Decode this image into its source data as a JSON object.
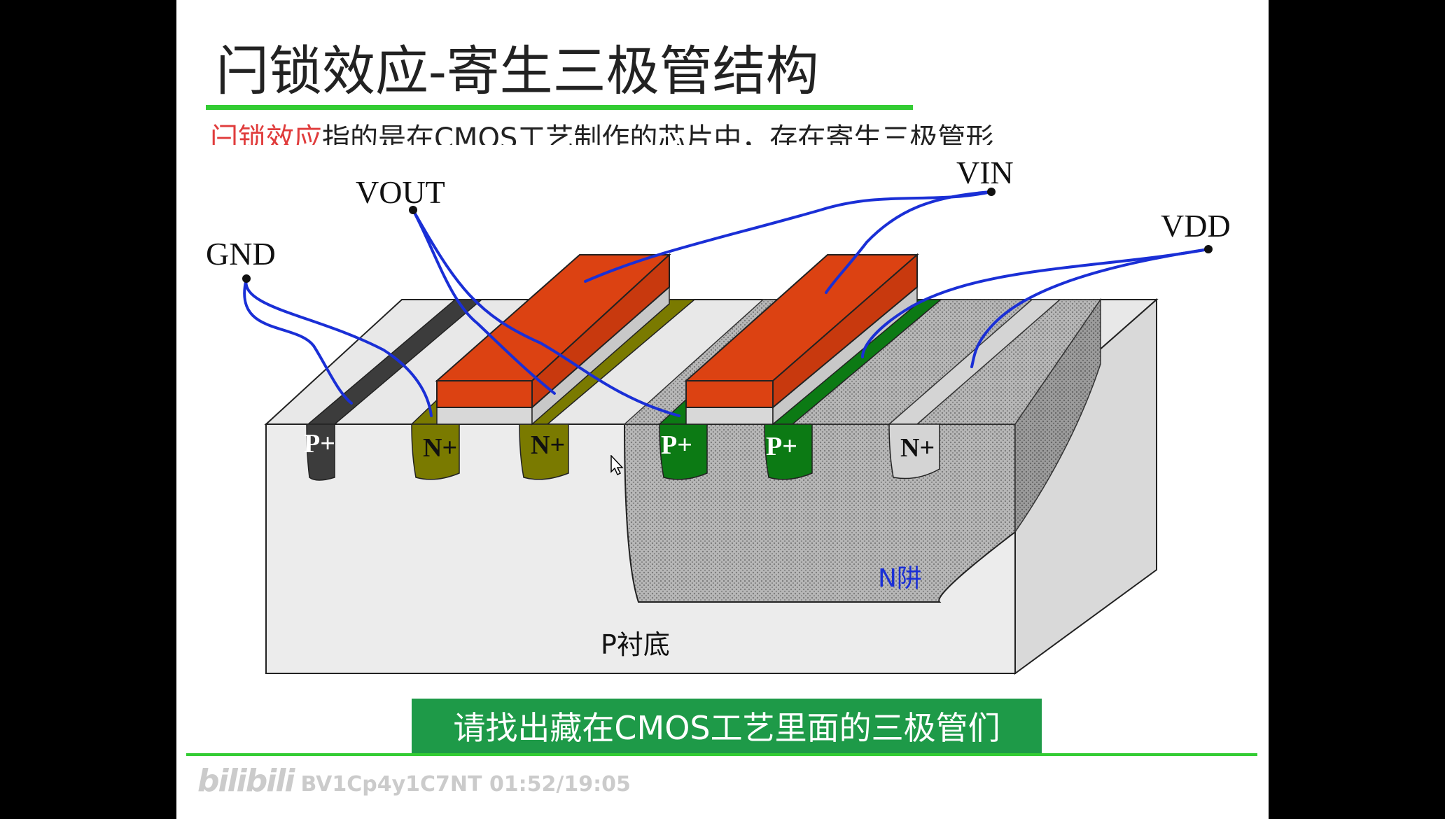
{
  "slide": {
    "title": "闩锁效应-寄生三极管结构",
    "intro_highlight": "闩锁效应",
    "intro_rest": "指的是在CMOS工艺制作的芯片中，存在寄生三极管形",
    "caption": "请找出藏在CMOS工艺里面的三极管们"
  },
  "diagram": {
    "terminals": {
      "vout": "VOUT",
      "vin": "VIN",
      "gnd": "GND",
      "vdd": "VDD"
    },
    "regions": {
      "p_plus_gnd": "P+",
      "n_plus_vout_left": "N+",
      "n_plus_mid": "N+",
      "p_plus_vout_right": "P+",
      "p_plus_vdd": "P+",
      "n_plus_vdd": "N+"
    },
    "nwell_label": "N阱",
    "substrate_label": "P衬底"
  },
  "watermark": {
    "logo": "bilibili",
    "video_id": "BV1Cp4y1C7NT",
    "time": "01:52/19:05"
  },
  "colors": {
    "accent_green": "#33cc33",
    "caption_bg": "#1e9a48",
    "gate_orange": "#dc4212",
    "wire_blue": "#1a2fd6",
    "olive_nplus": "#7a7a00",
    "green_pplus": "#0c7a14",
    "highlight_red": "#e03c3c"
  },
  "icons": [
    "mouse-cursor-icon",
    "bilibili-logo"
  ]
}
